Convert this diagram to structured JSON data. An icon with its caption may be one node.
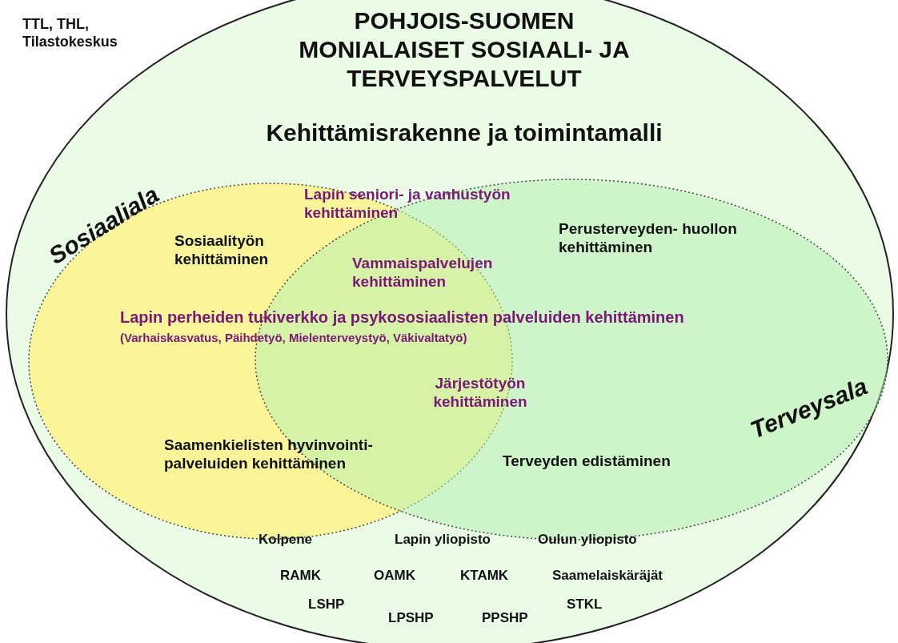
{
  "diagram": {
    "title": "POHJOIS-SUOMEN MONIALAISET SOSIAALI- JA TERVEYSPALVELUT",
    "nodes": [
      {
        "text": [],
        "shape": "ellipse"
      },
      {
        "text": [
          "Sosiaaliala"
        ],
        "in": 0
      },
      {
        "text": [
          "Terveysala"
        ],
        "in": 0
      }
    ],
    "labels": [
      "TTL, THL, Tilastokeskus",
      "Kehittämisrakenne ja toimintamalli",
      "Lapin seniori- ja vanhustyön kehittäminen",
      "Sosiaalityön kehittäminen",
      "Perusterveyden- huollon kehittäminen",
      "Vammaispalvelujen kehittäminen",
      "Lapin perheiden tukiverkko ja psykososiaalisten palveluiden kehittäminen",
      "(Varhaiskasvatus, Päihdetyö, Mielenterveystyö, Väkivaltatyö)",
      "Järjestötyön kehittäminen",
      "Saamenkielisten hyvinvointi- palveluiden kehittäminen",
      "Terveyden edistäminen",
      "Kolpene",
      "Lapin yliopisto",
      "Oulun yliopisto",
      "RAMK",
      "OAMK",
      "KTAMK",
      "Saamelaiskäräjät",
      "LSHP",
      "STKL",
      "LPSHP",
      "PPSHP"
    ]
  }
}
